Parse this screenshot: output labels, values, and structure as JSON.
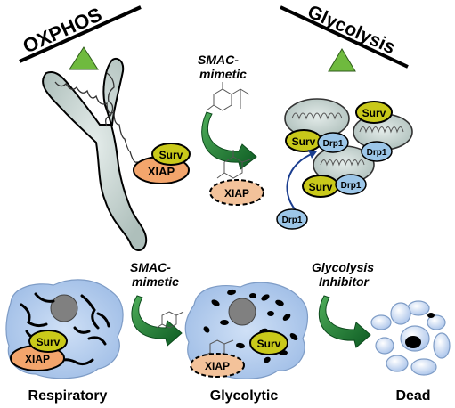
{
  "balance": {
    "left_label": "OXPHOS",
    "right_label": "Glycolysis"
  },
  "top_panel": {
    "drug_line1": "SMAC-",
    "drug_line2": "mimetic",
    "surv_label": "Surv",
    "xiap_label": "XIAP",
    "drp1_label": "Drp1"
  },
  "bottom_panel": {
    "drug1_line1": "SMAC-",
    "drug1_line2": "mimetic",
    "drug2_line1": "Glycolysis",
    "drug2_line2": "Inhibitor",
    "cell_labels": [
      "Respiratory",
      "Glycolytic",
      "Dead"
    ],
    "surv_label": "Surv",
    "xiap_label": "XIAP"
  },
  "colors": {
    "fulcrum": "#6fba3e",
    "surv": "#c9c91a",
    "xiap": "#f3a56c",
    "drp1": "#9cc6e8",
    "mito": "#c6d6d3",
    "cell": "#b9d0ee",
    "arrow": "#1f7a38",
    "nucleus": "#808080"
  }
}
